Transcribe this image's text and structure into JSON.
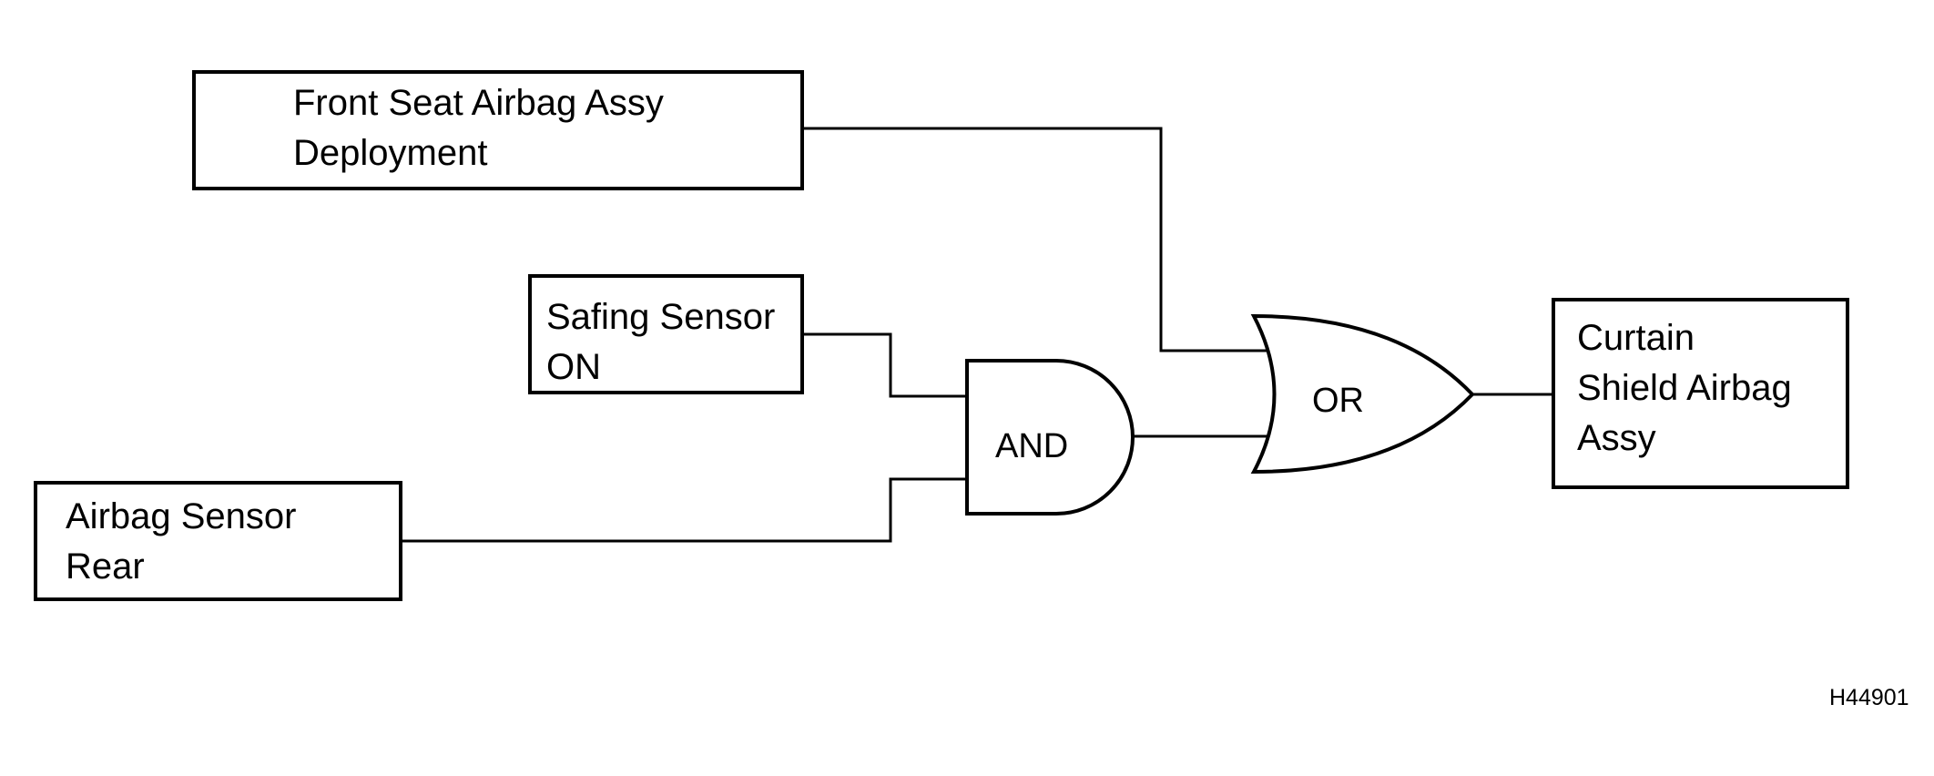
{
  "blocks": {
    "front_seat": {
      "line1": "Front Seat Airbag Assy",
      "line2": "Deployment"
    },
    "safing_sensor": {
      "line1": "Safing Sensor",
      "line2": "ON"
    },
    "airbag_sensor_rear": {
      "line1": "Airbag Sensor",
      "line2": "Rear"
    },
    "curtain_shield": {
      "line1": "Curtain",
      "line2": "Shield Airbag",
      "line3": "Assy"
    }
  },
  "gates": {
    "and_label": "AND",
    "or_label": "OR"
  },
  "figure_code": "H44901",
  "colors": {
    "stroke": "#000000",
    "background": "#ffffff"
  }
}
